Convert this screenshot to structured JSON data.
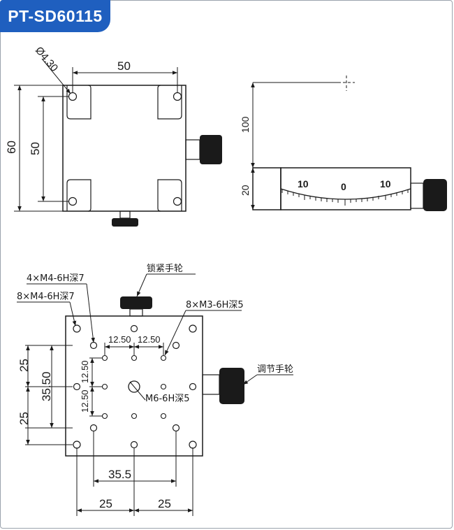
{
  "model": "PT-SD60115",
  "top_view": {
    "hole_dia": "Ø4.30",
    "dim_top": "50",
    "dim_left_outer": "60",
    "dim_left_inner": "50"
  },
  "side_view": {
    "dim_100": "100",
    "dim_20": "20",
    "scale_left": "10",
    "scale_center": "0",
    "scale_right": "10"
  },
  "bottom_view": {
    "label_4xm4": "4×M4-6H深7",
    "label_8xm4": "8×M4-6H深7",
    "label_8xm3": "8×M3-6H深5",
    "label_lock": "锁紧手轮",
    "label_adjust": "调节手轮",
    "label_m6": "M6-6H深5",
    "dim_12_50_a": "12.50",
    "dim_12_50_b": "12.50",
    "dim_12_50_c": "12.50",
    "dim_12_50_d": "12.50",
    "dim_25_left_top": "25",
    "dim_35_50": "35.50",
    "dim_25_left_bottom": "25",
    "dim_35_5": "35.5",
    "dim_25_bottom_left": "25",
    "dim_25_bottom_right": "25"
  },
  "colors": {
    "badge": "#1f5fbf",
    "line": "#1a1a1a",
    "frame": "#9aa3ad"
  }
}
